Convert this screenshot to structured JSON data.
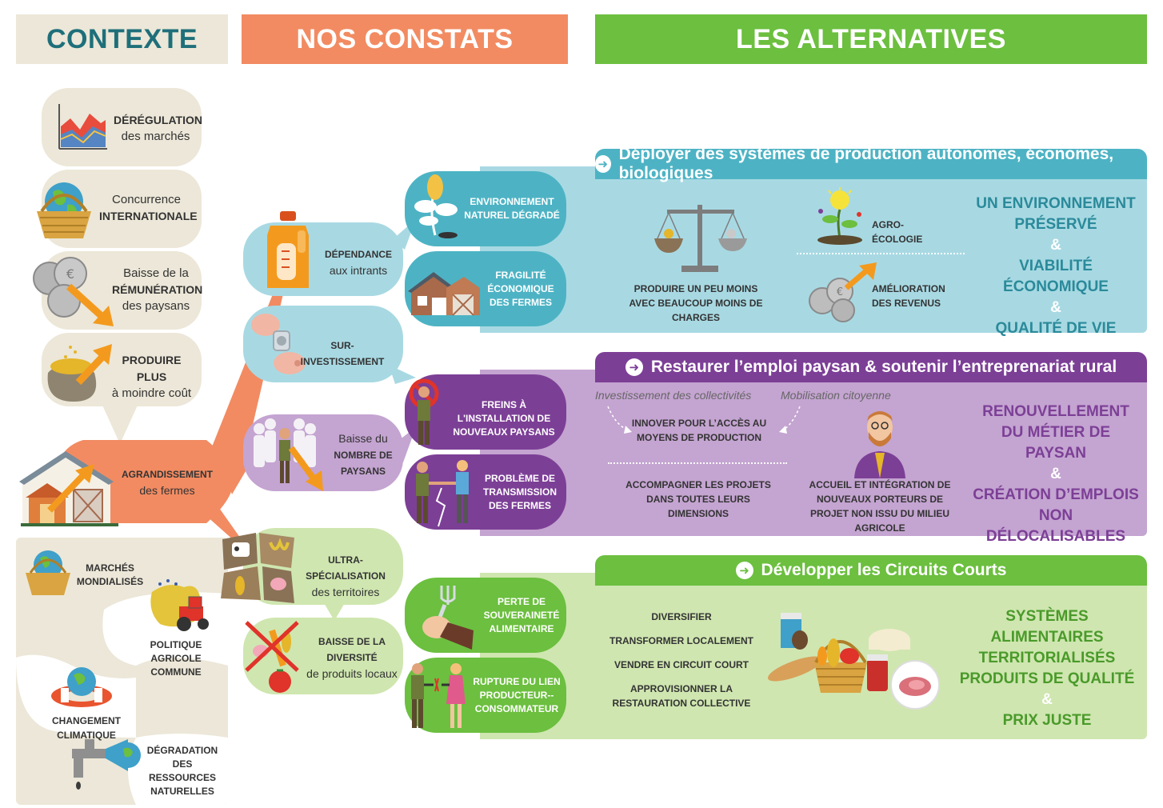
{
  "headers": {
    "contexte": "CONTEXTE",
    "constats": "NOS CONSTATS",
    "alternatives": "LES ALTERNATIVES"
  },
  "contexte": {
    "items": [
      {
        "bold": "DÉRÉGULATION",
        "text": "des marchés"
      },
      {
        "text": "Concurrence",
        "bold": "INTERNATIONALE"
      },
      {
        "text": "Baisse de la",
        "bold": "RÉMUNÉRATION",
        "text2": "des paysans"
      },
      {
        "bold": "PRODUIRE PLUS",
        "text": "à moindre coût"
      }
    ],
    "agrandissement": {
      "bold": "AGRANDISSEMENT",
      "text": "des fermes"
    },
    "global": [
      {
        "label": "MARCHÉS MONDIALISÉS"
      },
      {
        "label": "POLITIQUE AGRICOLE COMMUNE"
      },
      {
        "label": "CHANGEMENT CLIMATIQUE"
      },
      {
        "label": "DÉGRADATION DES RESSOURCES NATURELLES"
      }
    ]
  },
  "constats": {
    "left": [
      {
        "bold": "DÉPENDANCE",
        "text": "aux intrants"
      },
      {
        "bold": "SUR-INVESTISSEMENT"
      },
      {
        "text": "Baisse du",
        "bold": "NOMBRE DE PAYSANS"
      },
      {
        "bold": "ULTRA-SPÉCIALISATION",
        "text": "des territoires"
      },
      {
        "bold": "BAISSE DE LA DIVERSITÉ",
        "text": "de produits locaux"
      }
    ],
    "right": [
      {
        "label": "ENVIRONNEMENT NATUREL DÉGRADÉ"
      },
      {
        "label": "FRAGILITÉ ÉCONOMIQUE DES FERMES"
      },
      {
        "label": "FREINS À L'INSTALLATION DE NOUVEAUX PAYSANS"
      },
      {
        "label": "PROBLÈME DE TRANSMISSION DES FERMES"
      },
      {
        "label": "PERTE DE SOUVERAINETÉ ALIMENTAIRE"
      },
      {
        "label": "RUPTURE DU LIEN PRODUCTEUR--CONSOMMATEUR"
      }
    ]
  },
  "alternatives": {
    "blue": {
      "title": "Déployer des systèmes de production autonomes, économes, biologiques",
      "items": [
        "PRODUIRE UN PEU MOINS AVEC BEAUCOUP MOINS DE CHARGES",
        "AGRO-ÉCOLOGIE",
        "AMÉLIORATION DES REVENUS"
      ],
      "goal": [
        "UN ENVIRONNEMENT PRÉSERVÉ",
        "&",
        "VIABILITÉ ÉCONOMIQUE",
        "&",
        "QUALITÉ DE VIE"
      ]
    },
    "purple": {
      "title": "Restaurer l’emploi paysan & soutenir l’entreprenariat rural",
      "notes": [
        "Investissement des collectivités",
        "Mobilisation citoyenne"
      ],
      "items": [
        "INNOVER POUR L’ACCÈS AU MOYENS DE PRODUCTION",
        "ACCOMPAGNER LES PROJETS DANS TOUTES LEURS DIMENSIONS",
        "ACCUEIL ET INTÉGRATION DE NOUVEAUX PORTEURS DE PROJET NON ISSU DU MILIEU AGRICOLE"
      ],
      "goal": [
        "RENOUVELLEMENT DU MÉTIER DE PAYSAN",
        "&",
        "CRÉATION D’EMPLOIS NON DÉLOCALISABLES"
      ]
    },
    "green": {
      "title": "Développer les Circuits Courts",
      "items": [
        "DIVERSIFIER",
        "TRANSFORMER LOCALEMENT",
        "VENDRE EN CIRCUIT COURT",
        "APPROVISIONNER LA RESTAURATION COLLECTIVE"
      ],
      "goal": [
        "SYSTÈMES ALIMENTAIRES TERRITORIALISÉS",
        "PRODUITS DE QUALITÉ",
        "&",
        "PRIX JUSTE"
      ]
    }
  },
  "colors": {
    "beige": "#ece7d8",
    "orange": "#f28b62",
    "green": "#6cbf3f",
    "blue": "#4db3c4",
    "blue_light": "#a8d9e3",
    "purple": "#7c3f96",
    "purple_light": "#c4a4d1",
    "green_light": "#cfe6b0",
    "teal_text": "#1e6f7a"
  },
  "icons": [
    "chart-icon",
    "globe-basket-icon",
    "coins-arrow-icon",
    "grain-sack-icon",
    "barn-icon",
    "oil-can-icon",
    "piggy-bank-icon",
    "farmer-crowd-icon",
    "cow-field-icon",
    "crossed-vegetables-icon",
    "flower-seed-icon",
    "farm-houses-icon",
    "forbidden-farmer-icon",
    "handshake-crack-icon",
    "fist-fork-icon",
    "broken-chain-icon",
    "scale-icon",
    "plant-sun-icon",
    "coins-up-icon",
    "bearded-man-icon",
    "food-basket-icon",
    "eu-tractor-icon",
    "lifebuoy-globe-icon",
    "faucet-globe-icon",
    "arrow-circle-icon"
  ]
}
